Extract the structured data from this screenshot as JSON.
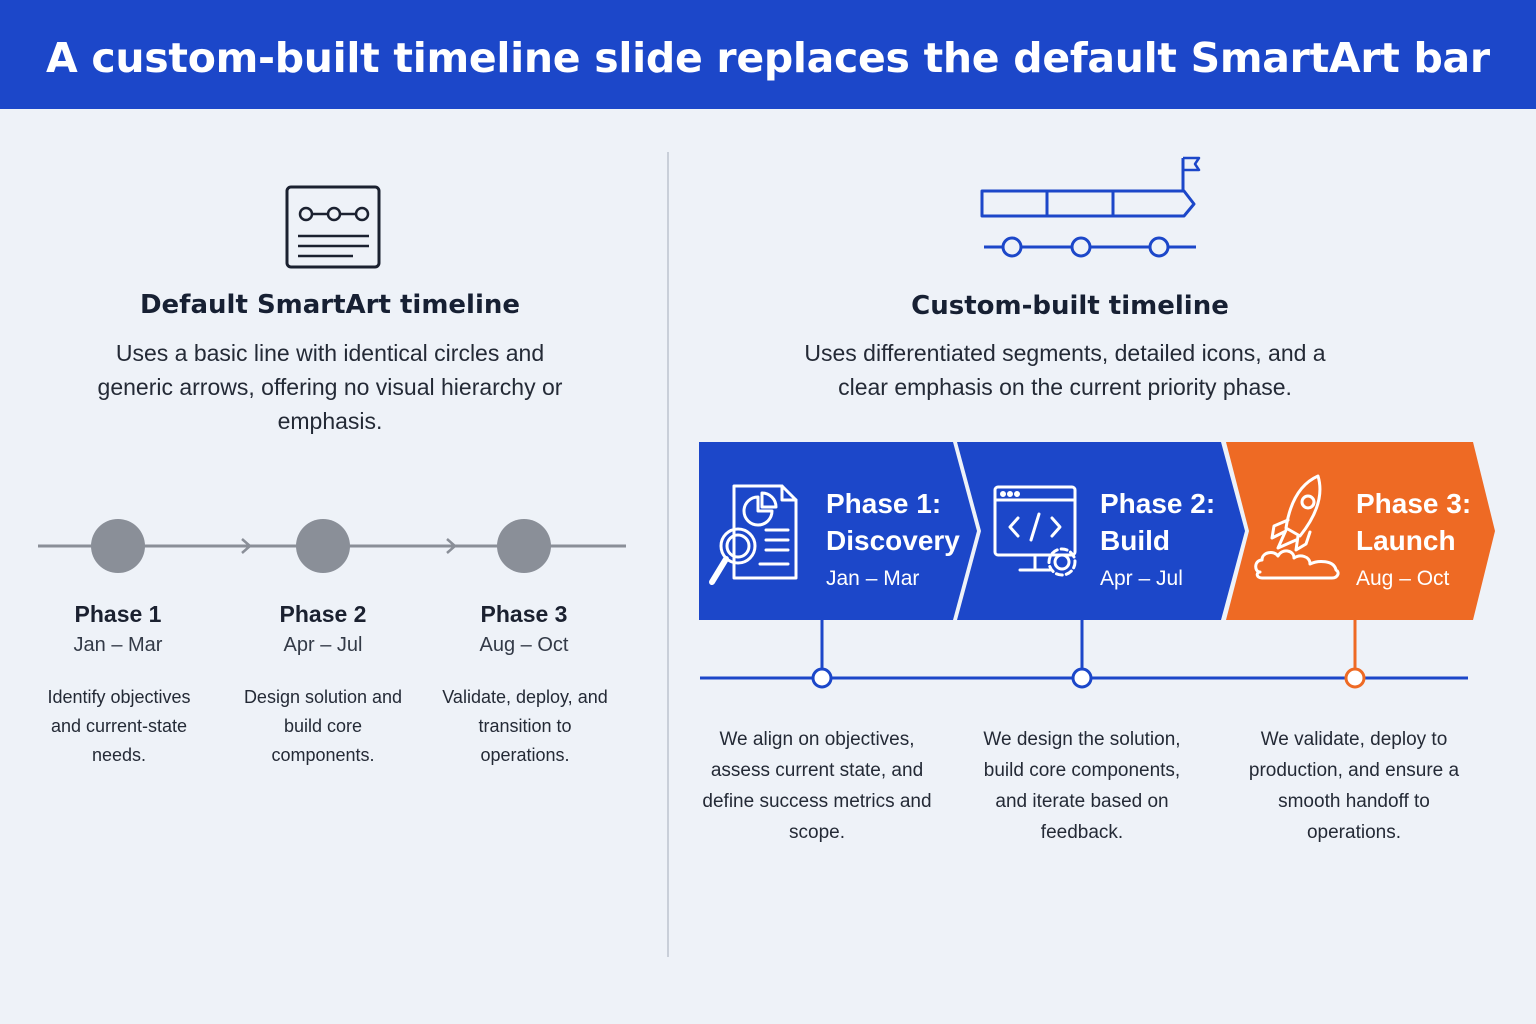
{
  "header": {
    "title": "A custom-built timeline slide replaces the default SmartArt bar"
  },
  "colors": {
    "blue": "#1c47c9",
    "orange": "#ee6a24",
    "gray": "#8a8f98"
  },
  "left": {
    "icon": "timeline-card-icon",
    "title": "Default SmartArt timeline",
    "description": "Uses a basic line with identical circles and generic arrows, offering no visual hierarchy or emphasis.",
    "phases": [
      {
        "label": "Phase 1",
        "date": "Jan – Mar",
        "desc": "Identify objectives and current-state needs."
      },
      {
        "label": "Phase 2",
        "date": "Apr – Jul",
        "desc": "Design solution and build core components."
      },
      {
        "label": "Phase 3",
        "date": "Aug – Oct",
        "desc": "Validate, deploy, and transition to operations."
      }
    ]
  },
  "right": {
    "icon": "segmented-timeline-flag-icon",
    "title": "Custom-built timeline",
    "description": "Uses differentiated segments, detailed icons, and a clear emphasis on the current priority phase.",
    "phases": [
      {
        "title_line1": "Phase 1:",
        "title_line2": "Discovery",
        "date": "Jan – Mar",
        "icon": "document-search-icon",
        "desc": "We align on objectives, assess current state, and define success metrics and scope."
      },
      {
        "title_line1": "Phase 2:",
        "title_line2": "Build",
        "date": "Apr – Jul",
        "icon": "code-monitor-gear-icon",
        "desc": "We design the solution, build core components, and iterate based on feedback."
      },
      {
        "title_line1": "Phase 3:",
        "title_line2": "Launch",
        "date": "Aug – Oct",
        "icon": "rocket-icon",
        "desc": "We validate, deploy to production, and ensure a smooth handoff to operations."
      }
    ]
  }
}
